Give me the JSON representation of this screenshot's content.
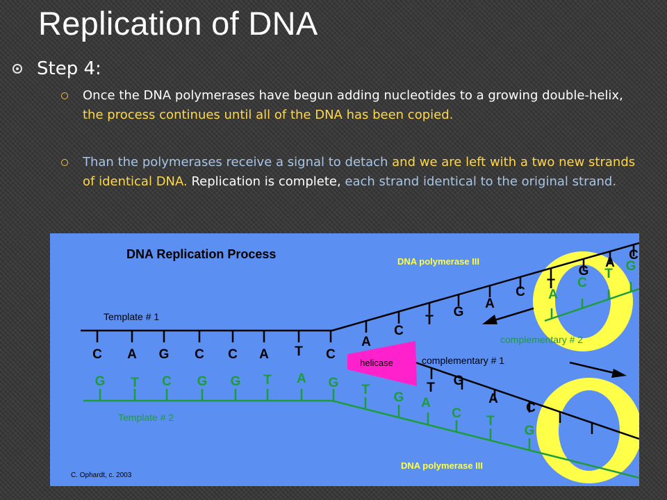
{
  "slide": {
    "title": "Replication of DNA",
    "step_label": "Step 4:"
  },
  "bullet1": {
    "part1": "Once the DNA polymerases have begun adding nucleotides to a growing double-helix, ",
    "part2": "the process continues until all of the DNA has been copied."
  },
  "bullet2": {
    "part1": "Than the polymerases receive a signal to detach ",
    "part2": "and we are left with a two new strands of identical DNA.",
    "part3": " Replication is complete, ",
    "part4": "each strand identical to the original strand."
  },
  "diagram": {
    "title": "DNA Replication Process",
    "template1_label": "Template # 1",
    "template2_label": "Template # 2",
    "helicase_label": "helicase",
    "complementary1_label": "complementary # 1",
    "complementary2_label": "complementary # 2",
    "polymerase_top_label": "DNA polymerase III",
    "polymerase_bottom_label": "DNA polymerase III",
    "credit": "C. Ophardt, c. 2003",
    "template1_bases": [
      "C",
      "A",
      "G",
      "C",
      "C",
      "A",
      "T",
      "C"
    ],
    "template2_bases": [
      "G",
      "T",
      "C",
      "G",
      "G",
      "T",
      "A",
      "G"
    ],
    "upper_fork_bases": [
      "A",
      "C",
      "T",
      "G",
      "A",
      "C",
      "T",
      "G",
      "A",
      "C"
    ],
    "comp2_bases": [
      "A",
      "C",
      "T",
      "G"
    ],
    "lower_fork_bases": [
      "T",
      "G",
      "A",
      "C",
      "T",
      "G"
    ],
    "comp1_bases": [
      "T",
      "G",
      "A",
      "C"
    ],
    "colors": {
      "background": "#5b8ff2",
      "template_black": "#000000",
      "template2_green": "#1f9c3a",
      "polymerase_ring": "#ffff4a",
      "helicase": "#ff22cc",
      "label_yellow": "#ffff44"
    }
  }
}
